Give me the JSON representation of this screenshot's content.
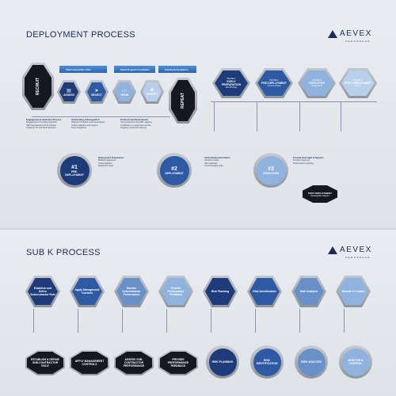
{
  "deployment": {
    "title": "DEPLOYMENT PROCESS",
    "logo": {
      "name": "AEVEX",
      "sub": "AEROSPACE"
    },
    "recruit": "RECRUIT",
    "repeat": "REPEAT",
    "steps": [
      {
        "label": "ASSESS",
        "icon": "clipboard-icon"
      },
      {
        "label": "SELECT",
        "icon": "cursor-icon"
      },
      {
        "label": "TRAIN",
        "icon": "board-icon"
      },
      {
        "label": "CERTIFY",
        "icon": "people-icon"
      }
    ],
    "banners": [
      "Talent Acquisition Team",
      "Talent Program Coordinator",
      "Functional Excellence"
    ],
    "left_notes": [
      {
        "title": "Engagement & Selection Process",
        "lines": [
          "Engagement Consulting Selection",
          "Skill Gap Assessment by Subject",
          "Customer Fit and Final Selection"
        ]
      },
      {
        "title": "Onboarding & Recognition",
        "lines": [
          "Tailored orientation and expectations",
          "Culture adoption and support",
          "Team integration"
        ]
      },
      {
        "title": "Professional Development",
        "lines": [
          "Job assessment and skill mapping",
          "Certification on approved courses",
          "Ongoing enrichment training"
        ]
      }
    ],
    "phases": [
      {
        "phase": "PHASE 1",
        "label": "EARLY PREPARATION",
        "sub": "120-90 Days"
      },
      {
        "phase": "PHASE 2",
        "label": "PRE-DEPLOYMENT",
        "sub": "Current Phase"
      },
      {
        "phase": "PHASE 3",
        "label": "EXECUTION",
        "sub": "Deployment"
      },
      {
        "phase": "PHASE 4",
        "label": "POST DEPLOYMENT",
        "sub": "Return"
      }
    ],
    "circles": [
      {
        "num": "#1",
        "label": "PRE-DEPLOYMENT"
      },
      {
        "num": "#2",
        "label": "DEPLOYMENT"
      },
      {
        "num": "#3",
        "label": "EXECUTION"
      }
    ],
    "post": {
      "title": "POST DEPLOYMENT",
      "sub": "Reintegration Support"
    },
    "circle_notes": [
      {
        "title": "Deployment Preparation",
        "lines": [
          "Medical clearances",
          "Travel logistics",
          "Equipment issue"
        ]
      },
      {
        "title": "Verify Deployment Items",
        "lines": [
          "Contract review",
          "Site readiness",
          "Communication plan"
        ]
      },
      {
        "title": "Provide Oversight & Support",
        "lines": [
          "Periodic check-ins",
          "Performance reporting"
        ]
      }
    ]
  },
  "subk": {
    "title": "SUB K PROCESS",
    "logo": {
      "name": "AEVEX",
      "sub": "AEROSPACE"
    },
    "row1": [
      "Establish and Define Subcontractor Role",
      "Apply Management Controls",
      "Monitor Subcontractor Performance",
      "Provide Performance Feedback",
      "Risk Planning",
      "Risk Identification",
      "Risk Analysis",
      "Monitor & Control"
    ],
    "row2": [
      "ESTABLISH & DEFINE SUB-CONTRACTOR ROLE",
      "APPLY MANAGEMENT CONTROLS",
      "ASSESS SUB-CONTRACTOR PERFORMANCE",
      "PROVIDE PERFORMANCE FEEDBACK",
      "RISK PLANNING",
      "RISK IDENTIFICATION",
      "RISK ANALYSIS",
      "MONITOR & CONTROL"
    ]
  },
  "colors": {
    "navy": "#1d2b57",
    "mid": "#3a5ea3",
    "light": "#8fb3de",
    "pale": "#b9d0ec"
  }
}
